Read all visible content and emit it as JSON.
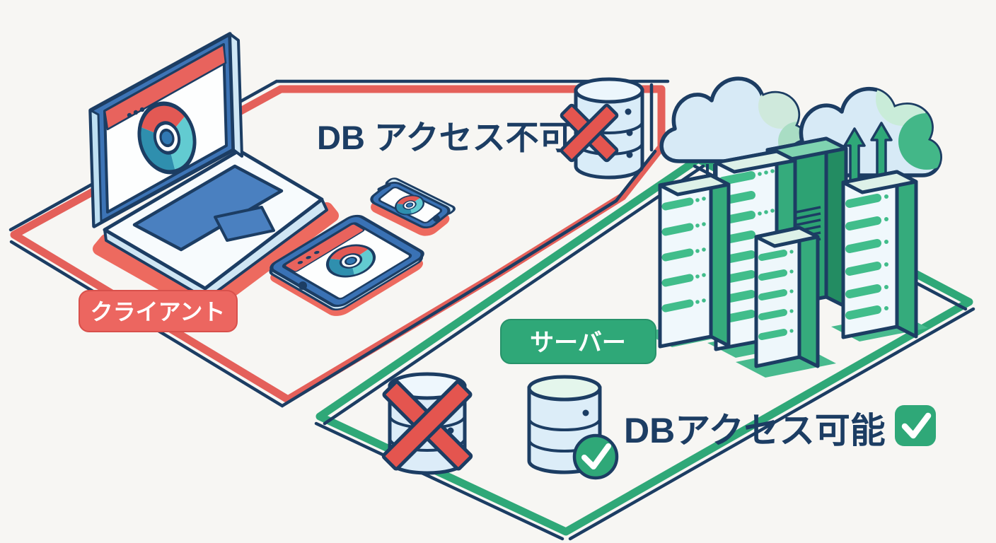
{
  "diagram": {
    "client_zone_label": "クライアント",
    "server_zone_label": "サーバー",
    "no_access_caption": "DB アクセス不可",
    "access_caption": "DBアクセス可能"
  },
  "icons": {
    "no_access_mark": "✕",
    "access_mark": "✓",
    "browser_logo": "chrome-like-browser",
    "database": "database-cylinder",
    "cloud": "cloud",
    "upload_arrows": "double-up-arrows"
  },
  "colors": {
    "navy": "#1c3d63",
    "red": "#e4605a",
    "red_fill": "#ec6660",
    "x_red": "#e4554f",
    "green": "#2fa878",
    "blue": "#3a72b5",
    "light_blue": "#d7eaf6",
    "background": "#f7f6f3"
  }
}
